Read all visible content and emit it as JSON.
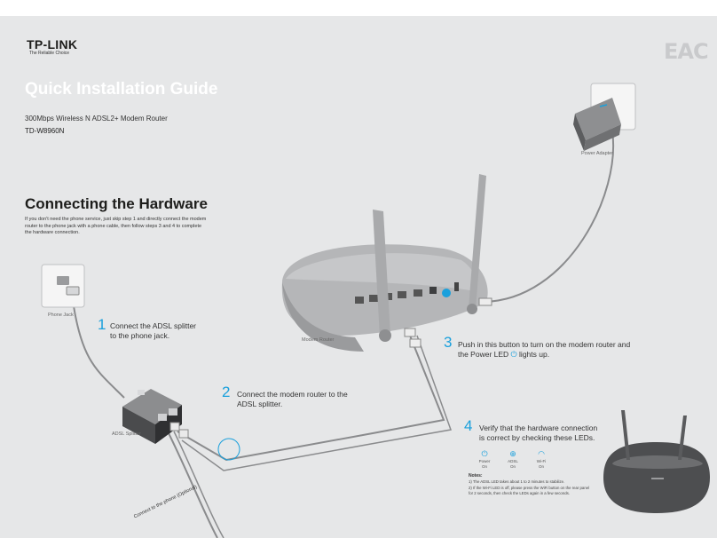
{
  "brand": {
    "name": "TP-LINK",
    "tagline": "The Reliable Choice",
    "cert_mark": "EAC"
  },
  "header": {
    "title": "Quick Installation Guide",
    "product": "300Mbps Wireless N ADSL2+ Modem Router",
    "model": "TD-W8960N"
  },
  "section": {
    "title": "Connecting the Hardware",
    "intro": "If you don't need the phone service, just skip step 1 and directly connect the modem router to the phone jack with a phone cable, then follow steps 3 and 4 to complete the hardware connection."
  },
  "labels": {
    "phone_jack": "Phone Jack",
    "adsl_splitter": "ADSL Splitter",
    "modem_router": "Modem Router",
    "power_adapter": "Power Adapter",
    "phone_optional": "Connect to the phone (Optional)"
  },
  "steps": [
    {
      "num": "1",
      "text_line1": "Connect the ADSL splitter",
      "text_line2": "to the phone jack."
    },
    {
      "num": "2",
      "text_line1": "Connect the modem router to the",
      "text_line2": "ADSL splitter."
    },
    {
      "num": "3",
      "text_line1": "Push in this button to turn on the modem router and",
      "text_line2_a": "the Power LED",
      "text_line2_b": "lights up."
    },
    {
      "num": "4",
      "text_line1": "Verify that the hardware connection",
      "text_line2": "is correct by checking these LEDs."
    }
  ],
  "leds": [
    {
      "name": "Power",
      "state": "On",
      "icon": "power-icon"
    },
    {
      "name": "ADSL",
      "state": "On",
      "icon": "adsl-icon"
    },
    {
      "name": "Wi-Fi",
      "state": "On",
      "icon": "wifi-icon"
    }
  ],
  "notes": {
    "title": "Notes:",
    "items": [
      "1) The ADSL LED takes about 1 to 2 minutes to stabilize.",
      "2) If the Wi-Fi LED is off, please press the WiFi button on the rear panel for 2 seconds, then check the LEDs again in a few seconds."
    ]
  },
  "colors": {
    "accent": "#1aa0dc",
    "background": "#e6e7e8",
    "title_white": "#ffffff"
  }
}
